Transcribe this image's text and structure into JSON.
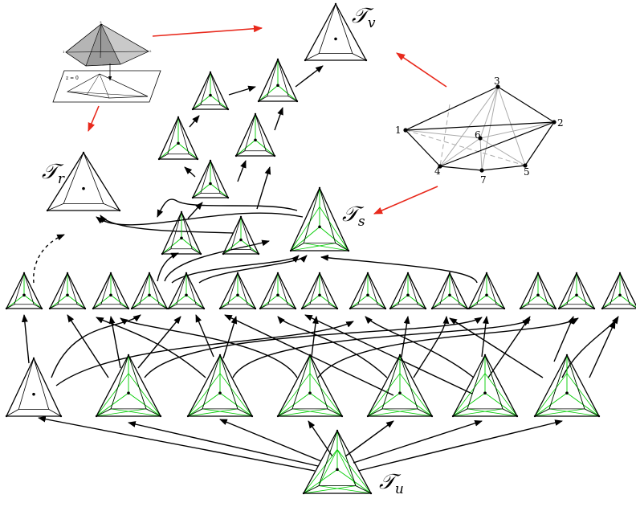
{
  "labels": {
    "tv": {
      "main": "𝒯",
      "sub": "v"
    },
    "tr": {
      "main": "𝒯",
      "sub": "r"
    },
    "ts": {
      "main": "𝒯",
      "sub": "s"
    },
    "tu": {
      "main": "𝒯",
      "sub": "u"
    }
  },
  "polytope_vertices": [
    "1",
    "2",
    "3",
    "4",
    "5",
    "6",
    "7"
  ],
  "projection_caption": "z = 0",
  "colors": {
    "edge": "#000000",
    "flip_edge": "#00cc00",
    "projection_arrow": "#e8291c",
    "hidden_edge": "#aaaaaa",
    "lifted_face": "#9a9a9a"
  }
}
